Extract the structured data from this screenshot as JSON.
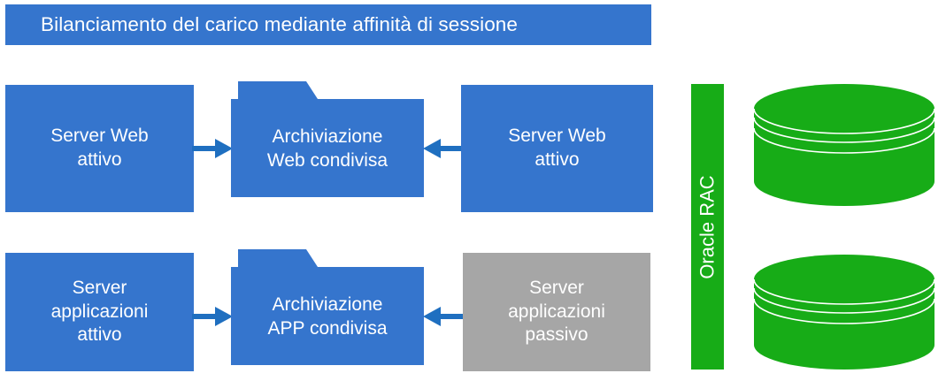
{
  "diagram": {
    "title": "Bilanciamento del carico mediante affinità di sessione",
    "colors": {
      "blue": "#3575CD",
      "arrow_blue": "#1F6FC0",
      "gray": "#A6A6A6",
      "green": "#17AC17",
      "white": "#FFFFFF"
    },
    "rows": [
      {
        "id": "web-tier",
        "left_node": {
          "label": "Server Web\nattivo",
          "fill": "#3575CD"
        },
        "store_node": {
          "label": "Archiviazione\nWeb condivisa",
          "shape": "folder",
          "fill": "#3575CD"
        },
        "right_node": {
          "label": "Server Web\nattivo",
          "fill": "#3575CD"
        }
      },
      {
        "id": "app-tier",
        "left_node": {
          "label": "Server\napplicazioni\nattivo",
          "fill": "#3575CD"
        },
        "store_node": {
          "label": "Archiviazione\nAPP condivisa",
          "shape": "folder",
          "fill": "#3575CD"
        },
        "right_node": {
          "label": "Server\napplicazioni\npassivo",
          "fill": "#A6A6A6"
        }
      }
    ],
    "database": {
      "bar_label": "Oracle RAC",
      "bar_fill": "#17AC17",
      "cylinders": [
        {
          "id": "db-node-1",
          "fill": "#17AC17",
          "disc_lines": 3
        },
        {
          "id": "db-node-2",
          "fill": "#17AC17",
          "disc_lines": 3
        }
      ]
    },
    "arrows": [
      {
        "id": "web-left-to-store",
        "direction": "right"
      },
      {
        "id": "web-right-to-store",
        "direction": "left"
      },
      {
        "id": "app-left-to-store",
        "direction": "right"
      },
      {
        "id": "app-right-to-store",
        "direction": "left"
      }
    ]
  }
}
